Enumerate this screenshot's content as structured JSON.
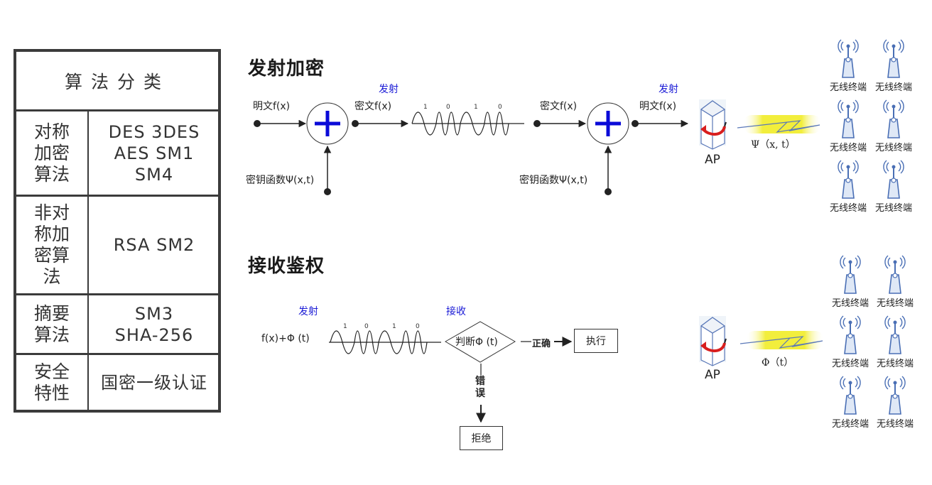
{
  "table": {
    "header": "算法分类",
    "rows": [
      {
        "category": "对称加密算法",
        "algorithms": "DES  3DES\nAES  SM1\nSM4"
      },
      {
        "category": "非对称加密算法",
        "algorithms": "RSA  SM2"
      },
      {
        "category": "摘要算法",
        "algorithms": "SM3\nSHA-256"
      },
      {
        "category": "安全特性",
        "algorithms": "国密一级认证"
      }
    ]
  },
  "encrypt_section": {
    "title": "发射加密",
    "plaintext_in": "明文f(x)",
    "ciphertext_out": "密文f(x)",
    "transmit_label_1": "发射",
    "key_function_1": "密钥函数Ψ(x,t)",
    "signal_bits": [
      "1",
      "0",
      "1",
      "0"
    ],
    "ciphertext_in": "密文f(x)",
    "plaintext_out": "明文f(x)",
    "transmit_label_2": "发射",
    "key_function_2": "密钥函数Ψ(x,t)",
    "ap_label": "AP",
    "wireless_signal": "Ψ（x, t）",
    "terminals": [
      "无线终端",
      "无线终端",
      "无线终端",
      "无线终端",
      "无线终端",
      "无线终端"
    ]
  },
  "auth_section": {
    "title": "接收鉴权",
    "transmit_label": "发射",
    "receive_label": "接收",
    "input_signal": "f(x)+Φ  (t)",
    "signal_bits": [
      "1",
      "0",
      "1",
      "0"
    ],
    "decision": "判断Φ (t)",
    "correct_label": "正确",
    "error_label": "错误",
    "execute_box": "执行",
    "reject_box": "拒绝",
    "ap_label": "AP",
    "wireless_signal": "Φ（t）",
    "terminals": [
      "无线终端",
      "无线终端",
      "无线终端",
      "无线终端",
      "无线终端",
      "无线终端"
    ]
  },
  "colors": {
    "plus_sign": "#0a0ad8",
    "label_blue": "#1a1ad6",
    "table_border": "#3b3b3b",
    "signal_yellow": "#f2ee3c",
    "ap_arrow_red": "#d81e1e",
    "terminal_blue": "#4a6fb5"
  }
}
